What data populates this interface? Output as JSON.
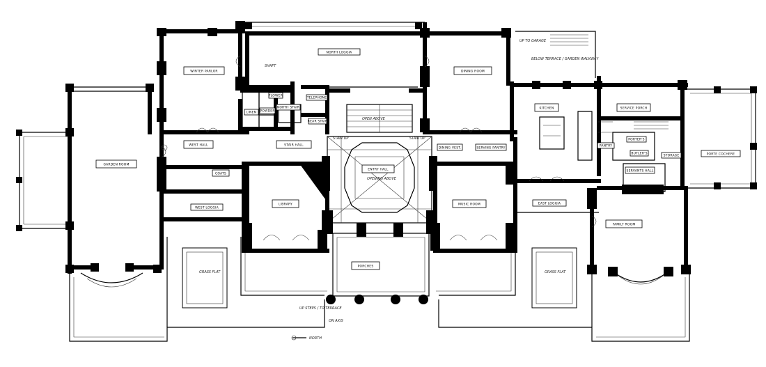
{
  "rooms": {
    "north_loggia": "NORTH LOGGIA",
    "winter_parlor": "WINTER PARLOR",
    "dining_room": "DINING ROOM",
    "garden_room": "GARDEN ROOM",
    "west_hall": "WEST HALL",
    "stair_hall_w": "STAIR HALL",
    "entry_hall": "ENTRY HALL",
    "library": "LIBRARY",
    "music_room": "MUSIC ROOM",
    "east_loggia": "EAST LOGGIA",
    "family_room": "FAMILY ROOM",
    "kitchen": "KITCHEN",
    "service_porch": "SERVICE PORCH",
    "porte_cochere": "PORTE COCHERE",
    "porches": "PORCHES",
    "coats": "COATS",
    "powder": "POWDER",
    "north_stair": "NORTH STAIR",
    "telephone": "TELEPHONE",
    "flower": "FLOWER",
    "rear_stair": "REAR STAIR",
    "west_loggia": "WEST LOGGIA",
    "linen": "LINEN",
    "dining_vest": "DINING VEST.",
    "serving_pantry": "SERVING PANTRY",
    "pantry": "PANTRY",
    "servants_hall": "SERVANTS HALL",
    "butlers": "BUTLER'S",
    "storage": "STORAGE",
    "porters": "PORTER'S"
  },
  "annotations": {
    "stair_up_1": "STAIR UP",
    "stair_up_2": "STAIR UP",
    "opening_above": "OPENING ABOVE",
    "open_above": "OPEN ABOVE",
    "grass_flat_w": "GRASS FLAT",
    "grass_flat_e": "GRASS FLAT",
    "up_to_garage": "UP TO GARAGE",
    "below_terrace": "BELOW TERRACE / GARDEN WALKWAY",
    "shaft": "SHAFT",
    "north_mark": "NORTH",
    "on_axis": "ON AXIS",
    "up_steps": "UP STEPS / TO TERRACE"
  },
  "colors": {
    "ink": "#000000",
    "paper": "#ffffff"
  }
}
